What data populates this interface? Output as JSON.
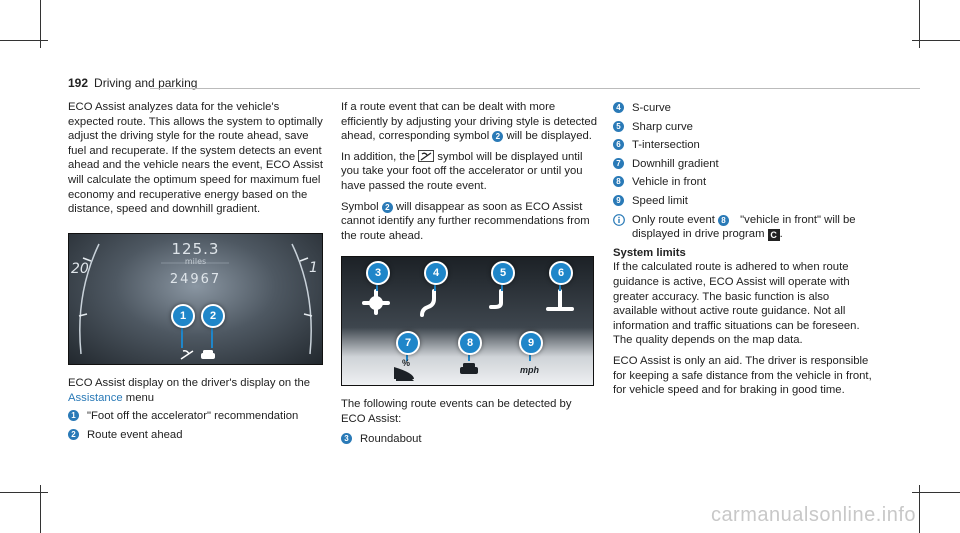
{
  "header": {
    "page_number": "192",
    "section": "Driving and parking"
  },
  "col1": {
    "intro": "ECO Assist analyzes data for the vehicle's expected route. This allows the system to optimally adjust the driving style for the route ahead, save fuel and recuperate. If the system detects an event ahead and the vehicle nears the event, ECO Assist will calculate the optimum speed for maximum fuel economy and recuperative energy based on the distance, speed and downhill gradient.",
    "figure": {
      "speed": "125.3",
      "unit": "miles",
      "odometer": "24967",
      "dial_left": "20",
      "dial_right": "1"
    },
    "caption_prefix": "ECO Assist display on the driver's display on the",
    "caption_link": "Assistance",
    "caption_suffix": "menu",
    "items": [
      {
        "num": "1",
        "text": "\"Foot off the accelerator\" recommendation"
      },
      {
        "num": "2",
        "text": "Route event ahead"
      }
    ]
  },
  "col2": {
    "p1": "If a route event that can be dealt with more efficiently by adjusting your driving style is detected ahead, corresponding symbol",
    "p1_num": "2",
    "p1_end": "will be displayed.",
    "p2_start": "In addition, the",
    "p2_end": "symbol will be displayed until you take your foot off the accelerator or until you have passed the route event.",
    "p3_start": "Symbol",
    "p3_num": "2",
    "p3_end": "will disappear as soon as ECO Assist cannot identify any further recommendations from the route ahead.",
    "figure_markers": [
      "3",
      "4",
      "5",
      "6",
      "7",
      "8",
      "9"
    ],
    "figure_labels": {
      "percent": "%",
      "mph": "mph"
    },
    "following": "The following route events can be detected by ECO Assist:",
    "items": [
      {
        "num": "3",
        "text": "Roundabout"
      }
    ]
  },
  "col3": {
    "items": [
      {
        "num": "4",
        "text": "S-curve"
      },
      {
        "num": "5",
        "text": "Sharp curve"
      },
      {
        "num": "6",
        "text": "T-intersection"
      },
      {
        "num": "7",
        "text": "Downhill gradient"
      },
      {
        "num": "8",
        "text": "Vehicle in front"
      },
      {
        "num": "9",
        "text": "Speed limit"
      }
    ],
    "note_start": "Only route event",
    "note_num": "8",
    "note_end": "\"vehicle in front\" will be displayed in drive program",
    "note_program": "C",
    "heading": "System limits",
    "p1": "If the calculated route is adhered to when route guidance is active, ECO Assist will operate with greater accuracy. The basic function is also available without active route guidance. Not all information and traffic situations can be foreseen. The quality depends on the map data.",
    "p2": "ECO Assist is only an aid. The driver is responsible for keeping a safe distance from the vehicle in front, for vehicle speed and for braking in good time."
  },
  "watermark": "carmanualsonline.info",
  "colors": {
    "accent": "#2a7ab7",
    "marker": "#1f86c9"
  }
}
